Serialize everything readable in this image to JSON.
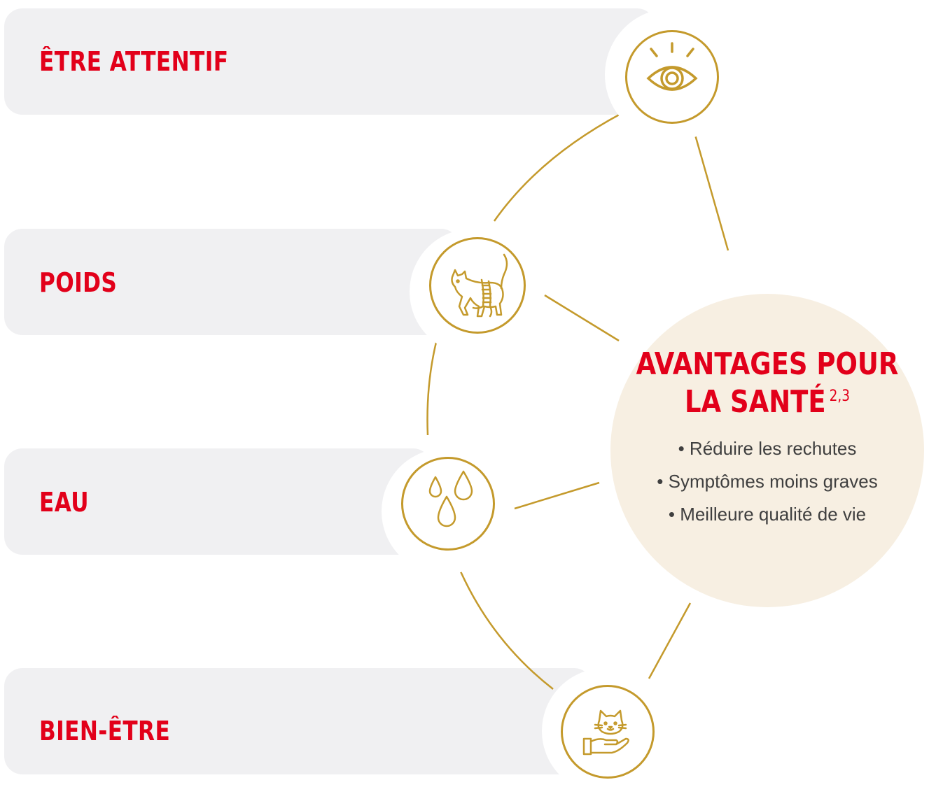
{
  "accent_color": "#e2001a",
  "gold_color": "#c49a2c",
  "factors": [
    {
      "label": "ÊTRE ATTENTIF",
      "icon": "eye-icon"
    },
    {
      "label": "POIDS",
      "icon": "cat-measuring-tape-icon"
    },
    {
      "label": "EAU",
      "icon": "water-drops-icon"
    },
    {
      "label": "BIEN-ÊTRE",
      "icon": "cat-in-hand-icon"
    }
  ],
  "center": {
    "title_line1": "AVANTAGES POUR",
    "title_line2": "LA SANTÉ",
    "superscript": "2,3",
    "benefits": [
      "Réduire les rechutes",
      "Symptômes moins graves",
      "Meilleure qualité de vie"
    ]
  }
}
